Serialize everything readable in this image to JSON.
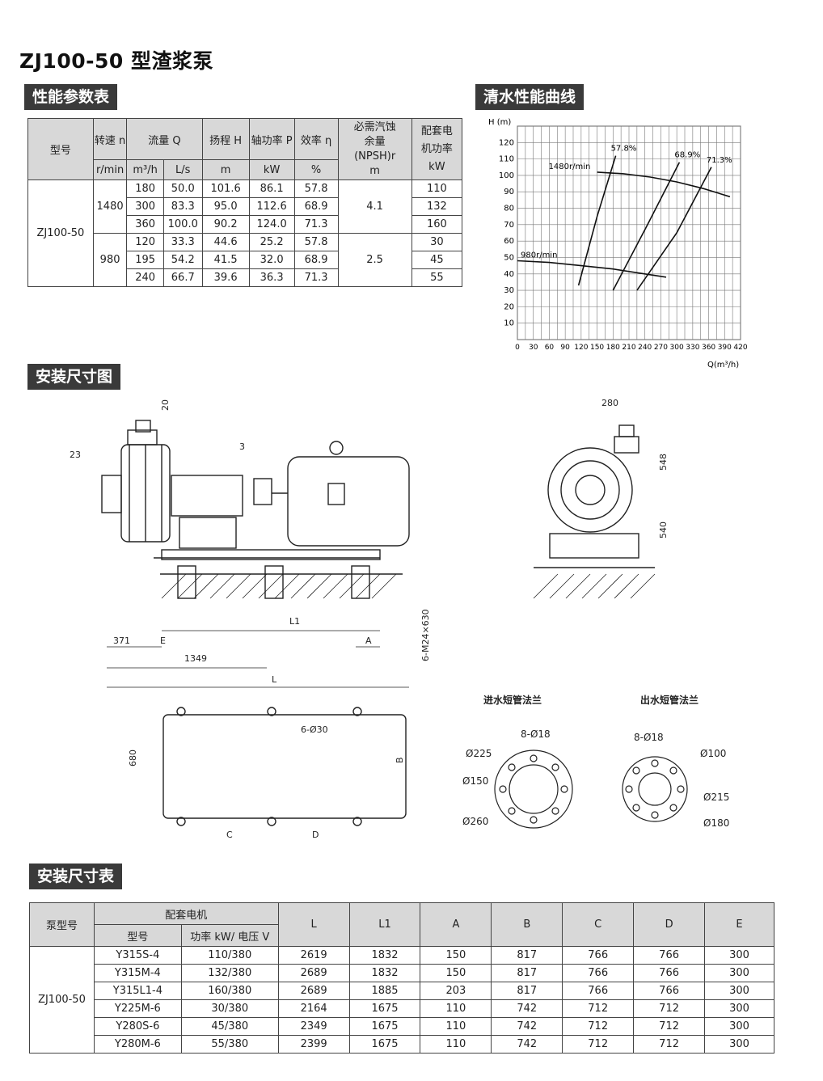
{
  "page_title": "ZJ100-50 型渣浆泵",
  "sections": {
    "performance": "性能参数表",
    "curve": "清水性能曲线",
    "install_drawing": "安装尺寸图",
    "install_table": "安装尺寸表"
  },
  "performance_table": {
    "headers": {
      "model": "型号",
      "speed": "转速 n",
      "speed_unit": "r/min",
      "flow": "流量 Q",
      "flow_unit_m3h": "m³/h",
      "flow_unit_ls": "L/s",
      "head": "扬程 H",
      "head_unit": "m",
      "power": "轴功率 P",
      "power_unit": "kW",
      "eff": "效率 η",
      "eff_unit": "%",
      "npsh_l1": "必需汽蚀",
      "npsh_l2": "余量",
      "npsh_l3": "(NPSH)r",
      "npsh_unit": "m",
      "motor_l1": "配套电",
      "motor_l2": "机功率",
      "motor_unit": "kW"
    },
    "model": "ZJ100-50",
    "groups": [
      {
        "speed": "1480",
        "npsh": "4.1",
        "rows": [
          {
            "q_m3h": "180",
            "q_ls": "50.0",
            "h": "101.6",
            "p": "86.1",
            "eff": "57.8",
            "motor": "110"
          },
          {
            "q_m3h": "300",
            "q_ls": "83.3",
            "h": "95.0",
            "p": "112.6",
            "eff": "68.9",
            "motor": "132"
          },
          {
            "q_m3h": "360",
            "q_ls": "100.0",
            "h": "90.2",
            "p": "124.0",
            "eff": "71.3",
            "motor": "160"
          }
        ]
      },
      {
        "speed": "980",
        "npsh": "2.5",
        "rows": [
          {
            "q_m3h": "120",
            "q_ls": "33.3",
            "h": "44.6",
            "p": "25.2",
            "eff": "57.8",
            "motor": "30"
          },
          {
            "q_m3h": "195",
            "q_ls": "54.2",
            "h": "41.5",
            "p": "32.0",
            "eff": "68.9",
            "motor": "45"
          },
          {
            "q_m3h": "240",
            "q_ls": "66.7",
            "h": "39.6",
            "p": "36.3",
            "eff": "71.3",
            "motor": "55"
          }
        ]
      }
    ]
  },
  "chart_data": {
    "type": "line",
    "ylabel": "H (m)",
    "xlabel": "Q(m³/h)",
    "xlim": [
      0,
      420
    ],
    "ylim": [
      0,
      130
    ],
    "x_ticks": [
      "0",
      "30",
      "60",
      "90",
      "120",
      "150",
      "180",
      "210",
      "240",
      "270",
      "300",
      "330",
      "360",
      "390",
      "420"
    ],
    "y_ticks": [
      "10",
      "20",
      "30",
      "40",
      "50",
      "60",
      "70",
      "80",
      "90",
      "100",
      "110",
      "120"
    ],
    "grid": true,
    "series": [
      {
        "name": "1480r/min",
        "x": [
          150,
          200,
          250,
          300,
          350,
          400
        ],
        "y": [
          102,
          101,
          99,
          96,
          92,
          87
        ]
      },
      {
        "name": "980r/min",
        "x": [
          0,
          60,
          120,
          180,
          240,
          280
        ],
        "y": [
          48,
          47,
          45,
          43,
          40,
          38
        ]
      }
    ],
    "efficiency_curves": [
      {
        "name": "57.8%",
        "x": [
          115,
          150,
          185
        ],
        "y": [
          33,
          75,
          112
        ]
      },
      {
        "name": "68.9%",
        "x": [
          180,
          245,
          305
        ],
        "y": [
          30,
          70,
          108
        ]
      },
      {
        "name": "71.3%",
        "x": [
          225,
          300,
          365
        ],
        "y": [
          30,
          65,
          105
        ]
      }
    ]
  },
  "drawing": {
    "dims": {
      "d20": "20",
      "d23": "23",
      "d3": "3",
      "d371": "371",
      "E": "E",
      "d1349": "1349",
      "L1": "L1",
      "L": "L",
      "A": "A",
      "bolts": "6-M24×630",
      "d280": "280",
      "d548": "548",
      "d540": "540",
      "d680": "680",
      "holes": "6-Ø30",
      "C": "C",
      "D": "D",
      "B": "B"
    },
    "inlet": {
      "title": "进水短管法兰",
      "holes": "8-Ø18",
      "d225": "Ø225",
      "d150": "Ø150",
      "d260": "Ø260"
    },
    "outlet": {
      "title": "出水短管法兰",
      "holes": "8-Ø18",
      "d100": "Ø100",
      "d215": "Ø215",
      "d180": "Ø180"
    }
  },
  "install_table": {
    "headers": {
      "pump_model": "泵型号",
      "motor": "配套电机",
      "motor_model": "型号",
      "motor_power": "功率 kW/ 电压 V",
      "cols": [
        "L",
        "L1",
        "A",
        "B",
        "C",
        "D",
        "E"
      ]
    },
    "pump_model": "ZJ100-50",
    "rows": [
      {
        "model": "Y315S-4",
        "power": "110/380",
        "L": "2619",
        "L1": "1832",
        "A": "150",
        "B": "817",
        "C": "766",
        "D": "766",
        "E": "300"
      },
      {
        "model": "Y315M-4",
        "power": "132/380",
        "L": "2689",
        "L1": "1832",
        "A": "150",
        "B": "817",
        "C": "766",
        "D": "766",
        "E": "300"
      },
      {
        "model": "Y315L1-4",
        "power": "160/380",
        "L": "2689",
        "L1": "1885",
        "A": "203",
        "B": "817",
        "C": "766",
        "D": "766",
        "E": "300"
      },
      {
        "model": "Y225M-6",
        "power": "30/380",
        "L": "2164",
        "L1": "1675",
        "A": "110",
        "B": "742",
        "C": "712",
        "D": "712",
        "E": "300"
      },
      {
        "model": "Y280S-6",
        "power": "45/380",
        "L": "2349",
        "L1": "1675",
        "A": "110",
        "B": "742",
        "C": "712",
        "D": "712",
        "E": "300"
      },
      {
        "model": "Y280M-6",
        "power": "55/380",
        "L": "2399",
        "L1": "1675",
        "A": "110",
        "B": "742",
        "C": "712",
        "D": "712",
        "E": "300"
      }
    ]
  }
}
